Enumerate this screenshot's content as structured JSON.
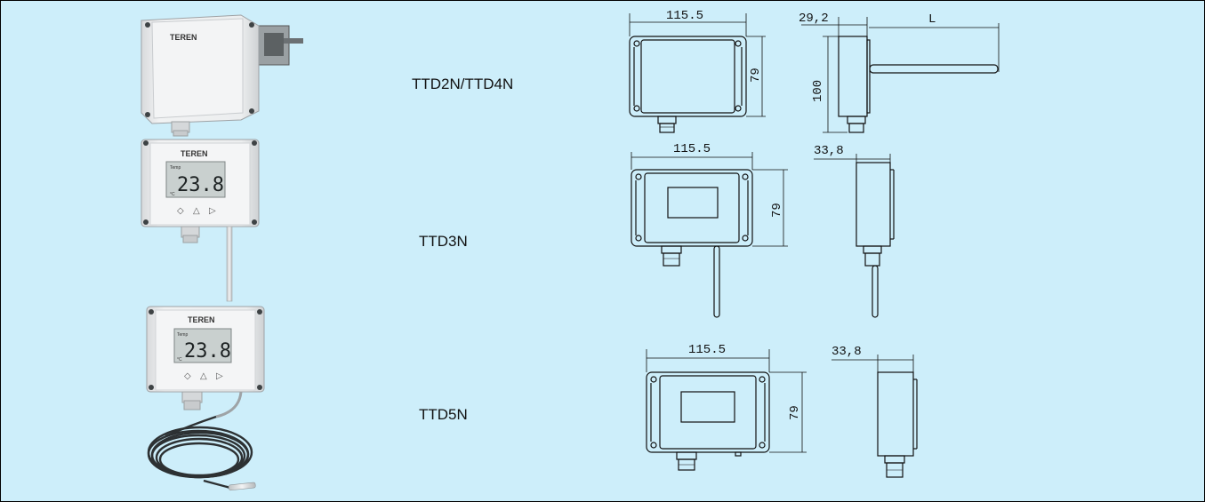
{
  "models": [
    {
      "label": "TTD2N/TTD4N"
    },
    {
      "label": "TTD3N"
    },
    {
      "label": "TTD5N"
    }
  ],
  "photos": {
    "brand": "TEREN",
    "display_value": "23.8",
    "display_small_top": "Temp",
    "display_small_bottom": "°C"
  },
  "dimensions": {
    "ttd2n": {
      "width": "115.5",
      "height": "79",
      "depth": "29,2",
      "total_height": "100",
      "probe_length": "L"
    },
    "ttd3n": {
      "width": "115.5",
      "height": "79",
      "depth": "33,8"
    },
    "ttd5n": {
      "width": "115.5",
      "height": "79",
      "depth": "33,8"
    }
  },
  "colors": {
    "background": "#cdeefa",
    "housing": "#e9eaec",
    "display": "#c9d0cf",
    "line": "#111111"
  }
}
